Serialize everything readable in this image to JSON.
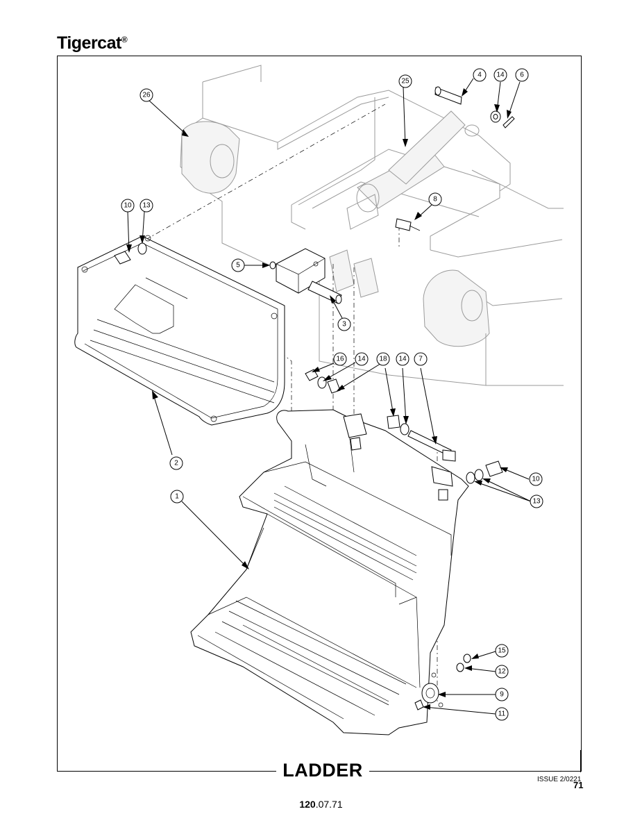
{
  "header": {
    "brand": "Tigercat",
    "brand_mark": "®"
  },
  "title": "LADDER",
  "issue": "ISSUE 2/0221",
  "page_number": "71",
  "footer": {
    "section_bold": "120",
    "section_rest": ".07.71"
  },
  "callouts": [
    "1",
    "2",
    "3",
    "4",
    "5",
    "6",
    "7",
    "8",
    "9",
    "10",
    "10",
    "11",
    "12",
    "13",
    "13",
    "14",
    "14",
    "14",
    "15",
    "16",
    "18",
    "25",
    "26"
  ]
}
